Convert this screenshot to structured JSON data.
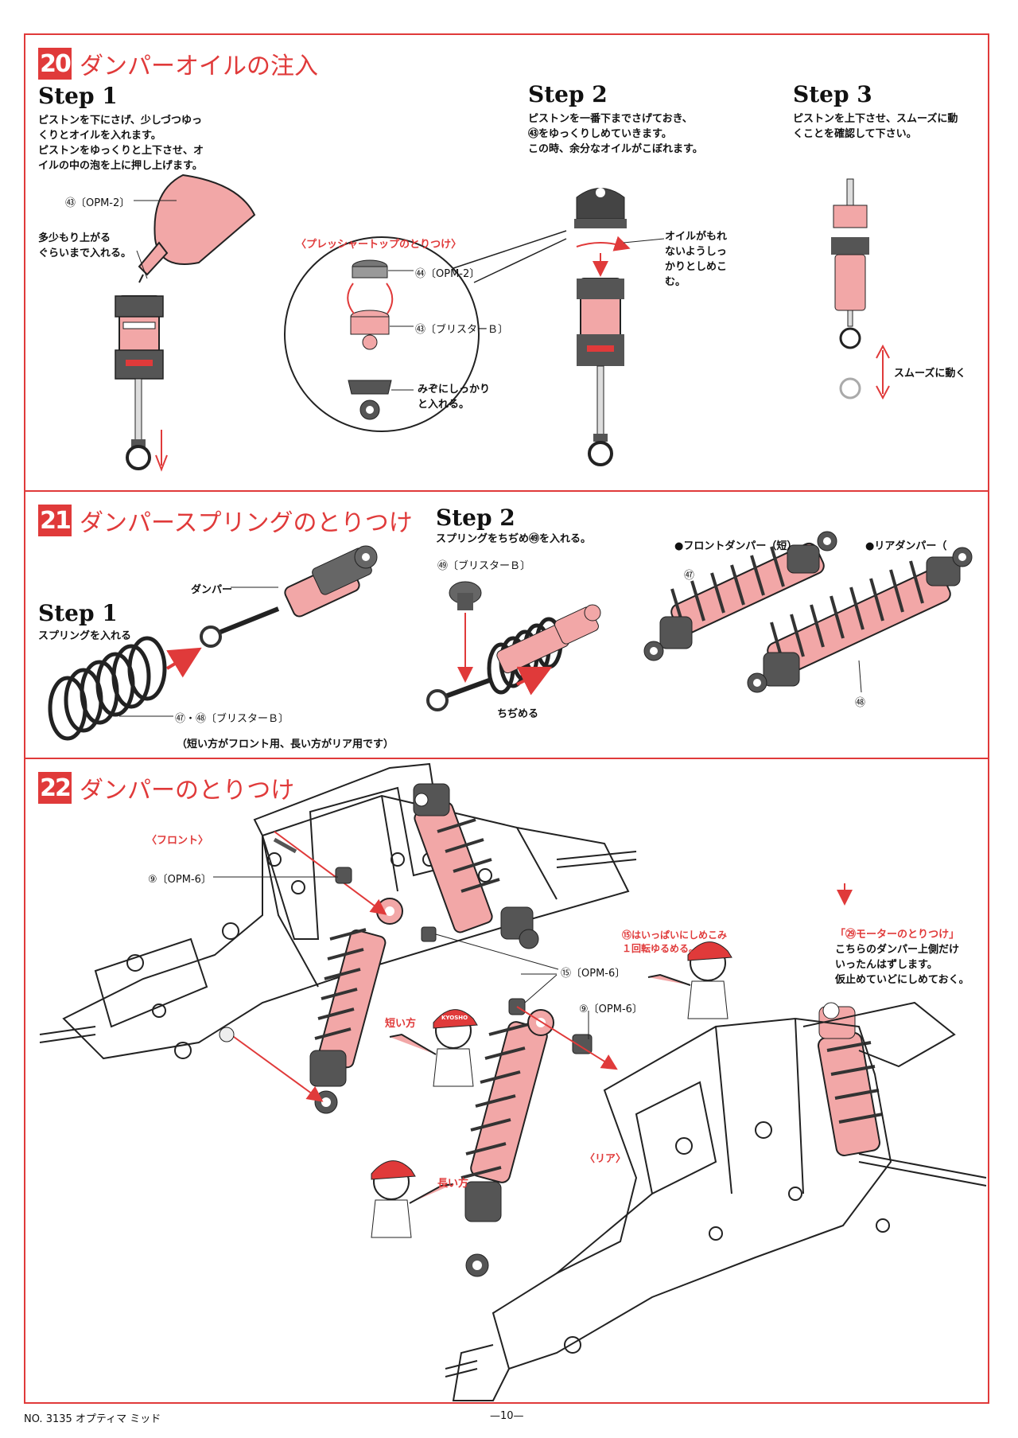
{
  "colors": {
    "accent": "#e03a3a",
    "pink": "#f2a7a7",
    "dark": "#444444"
  },
  "section20": {
    "number": "20",
    "title": "ダンパーオイルの注入",
    "step1": {
      "title": "Step 1",
      "lines": [
        "ピストンを下にさげ、少しづつゆっ",
        "くりとオイルを入れます。",
        "ピストンをゆっくりと上下させ、オ",
        "イルの中の泡を上に押し上げます。"
      ],
      "label_oil": "㊸〔OPM-2〕",
      "label_fill": [
        "多少もり上がる",
        "ぐらいまで入れる。"
      ]
    },
    "inset": {
      "title": "〈プレッシャートップのとりつけ〉",
      "label_cap": "㊹〔OPM-2〕",
      "label_top": "㊸〔ブリスターＢ〕",
      "label_groove": [
        "みぞにしっかり",
        "と入れる。"
      ]
    },
    "step2": {
      "title": "Step 2",
      "lines": [
        "ピストンを一番下までさげておき、",
        "㊸をゆっくりしめていきます。",
        "この時、余分なオイルがこぼれます。"
      ],
      "label_tight": [
        "オイルがもれ",
        "ないようしっ",
        "かりとしめこ",
        "む。"
      ]
    },
    "step3": {
      "title": "Step 3",
      "lines": [
        "ピストンを上下させ、スムーズに動",
        "くことを確認して下さい。"
      ],
      "label_smooth": "スムーズに動く"
    }
  },
  "section21": {
    "number": "21",
    "title": "ダンパースプリングのとりつけ",
    "step1": {
      "title": "Step 1",
      "lines": [
        "スプリングを入れる"
      ],
      "label_damper": "ダンパー",
      "label_springs": "㊼・㊽〔ブリスターＢ〕",
      "note": "（短い方がフロント用、長い方がリア用です）"
    },
    "step2": {
      "title": "Step 2",
      "lines": [
        "スプリングをちぢめ㊾を入れる。"
      ],
      "label_part": "㊾〔ブリスターＢ〕",
      "label_compress": "ちぢめる"
    },
    "front_damper": {
      "label": "●フロントダンパー（短）",
      "part": "㊼"
    },
    "rear_damper": {
      "label": "●リアダンパー（",
      "part": "㊽"
    }
  },
  "section22": {
    "number": "22",
    "title": "ダンパーのとりつけ",
    "front_label": "〈フロント〉",
    "rear_label": "〈リア〉",
    "label_90a": "⑨〔OPM-6〕",
    "label_155": "⑮〔OPM-6〕",
    "label_90b": "⑨〔OPM-6〕",
    "label_tighten": [
      "⑮はいっぱいにしめこみ",
      "１回転ゆるめる。"
    ],
    "label_short": "短い方",
    "label_long": "長い方",
    "label_motor": [
      "「㉙モーターのとりつけ」",
      "こちらのダンパー上側だけ",
      "いったんはずします。",
      "仮止めていどにしめておく。"
    ],
    "badge": "KYOSHO"
  },
  "footer": {
    "model": "NO. 3135  オプティマ ミッド",
    "page": "—10—"
  }
}
